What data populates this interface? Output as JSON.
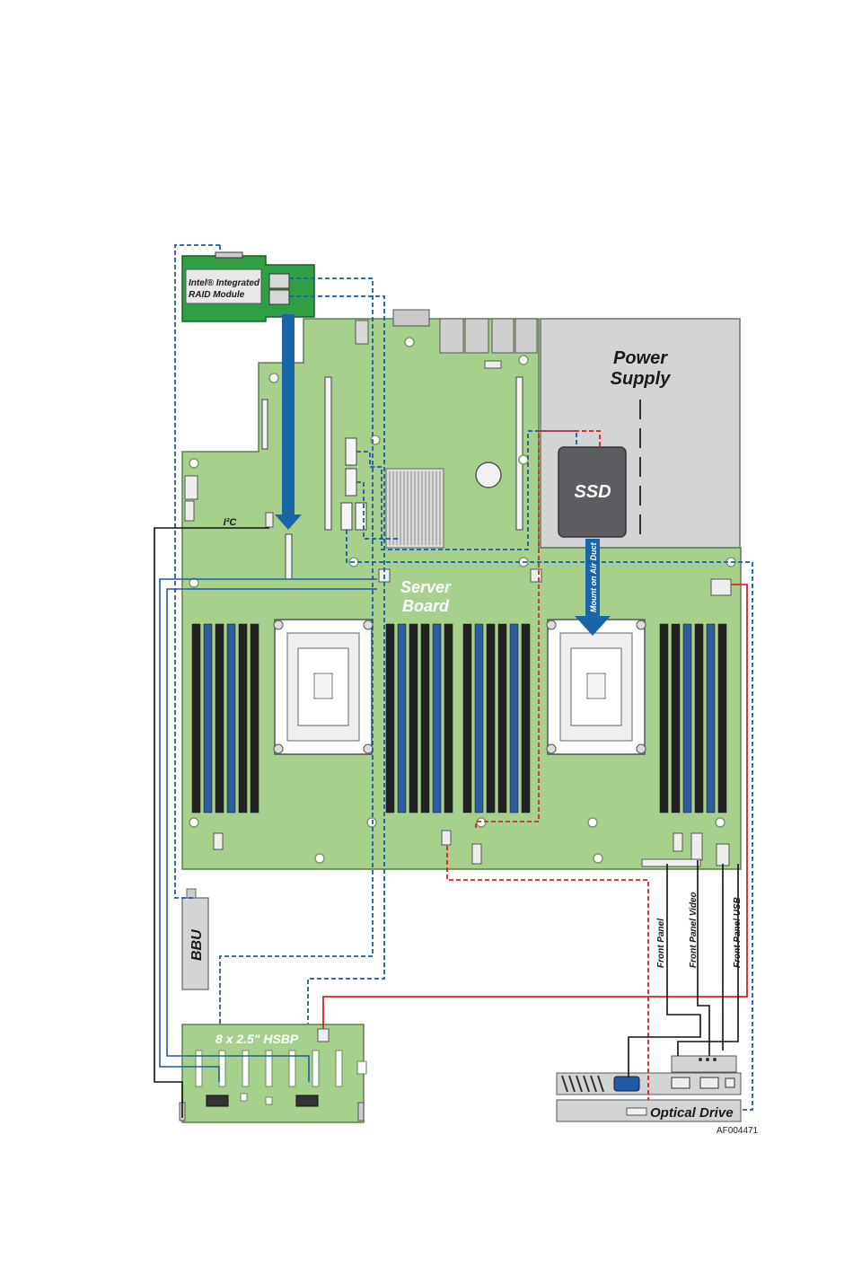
{
  "labels": {
    "raid_line1": "Intel® Integrated",
    "raid_line2": "RAID Module",
    "power_line1": "Power",
    "power_line2": "Supply",
    "ssd": "SSD",
    "mount_on_air_duct": "Mount on Air Duct",
    "server_line1": "Server",
    "server_line2": "Board",
    "i2c": "I²C",
    "bbu": "BBU",
    "hsbp": "8 x 2.5\" HSBP",
    "front_panel": "Front Panel",
    "front_panel_video": "Front Panel Video",
    "front_panel_usb": "Front Panel USB",
    "optical_drive": "Optical Drive",
    "figure_id": "AF004471"
  },
  "colors": {
    "board_green": "#a6d08c",
    "raid_green": "#2f9e45",
    "power_gray": "#d3d4d6",
    "ssd_gray": "#5c5d60",
    "arrow_blue": "#1a64a8",
    "sata_blue": "#1f5aa6",
    "power_red": "#d9232a",
    "cable_black": "#111111",
    "dimm_black": "#222222",
    "dimm_blue": "#2c5c9e"
  }
}
